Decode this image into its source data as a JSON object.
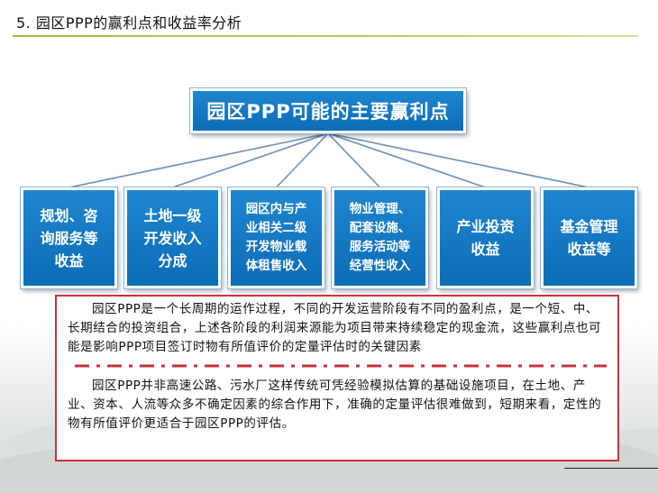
{
  "slide": {
    "title": "5. 园区PPP的赢利点和收益率分析"
  },
  "diagram": {
    "root": "园区PPP可能的主要赢利点",
    "children": [
      {
        "lines": [
          "规划、咨",
          "询服务等",
          "收益"
        ]
      },
      {
        "lines": [
          "土地一级",
          "开发收入",
          "分成"
        ]
      },
      {
        "lines": [
          "园区内与产",
          "业相关二级",
          "开发物业载",
          "体租售收入"
        ]
      },
      {
        "lines": [
          "物业管理、",
          "配套设施、",
          "服务活动等",
          "经营性收入"
        ]
      },
      {
        "lines": [
          "产业投资",
          "收益"
        ]
      },
      {
        "lines": [
          "基金管理",
          "收益等"
        ]
      }
    ]
  },
  "notes": {
    "paragraph1": "园区PPP是一个长周期的运作过程，不同的开发运营阶段有不同的盈利点，是一个短、中、长期结合的投资组合，上述各阶段的利润来源能为项目带来持续稳定的现金流，这些赢利点也可能是影响PPP项目签订时物有所值评价的定量评估时的关键因素",
    "paragraph2": "园区PPP并非高速公路、污水厂这样传统可凭经验模拟估算的基础设施项目，在土地、产业、资本、人流等众多不确定因素的综合作用下，准确的定量评估很难做到，短期来看，定性的物有所值评价更适合于园区PPP的评估。"
  },
  "colors": {
    "box_fill": "#1479c4",
    "border_red": "#c9313c",
    "title_underline": "#a4b848",
    "connector": "#6d8fb5"
  }
}
